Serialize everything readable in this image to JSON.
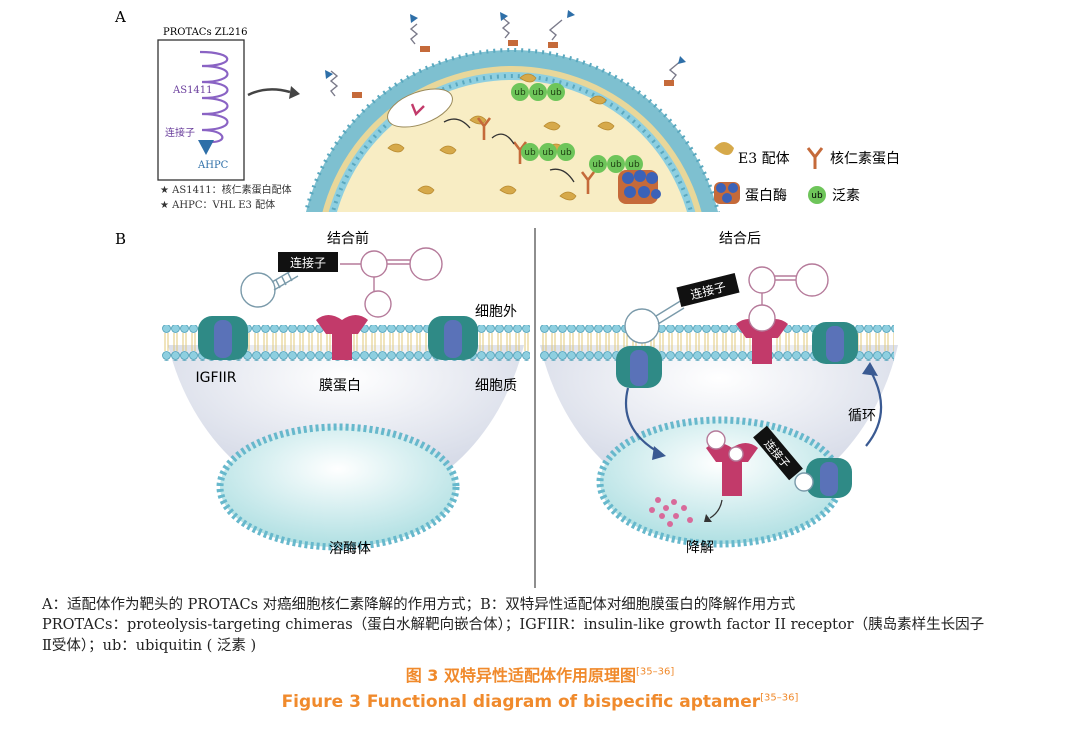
{
  "panel_a": {
    "label": "A",
    "box_title": "PROTACs ZL216",
    "aptamer": "AS1411",
    "linker": "连接子",
    "ligand": "AHPC",
    "note1": "★ AS1411：核仁素蛋白配体",
    "note2": "★ AHPC：VHL E3 配体",
    "ub": "ub",
    "legend": {
      "e3": "E3 配体",
      "nucleolin": "核仁素蛋白",
      "proteasome": "蛋白酶",
      "ubiquitin": "泛素"
    }
  },
  "panel_b": {
    "label": "B",
    "before": "结合前",
    "after": "结合后",
    "linker": "连接子",
    "extracellular": "细胞外",
    "cytoplasm": "细胞质",
    "igfiir": "IGFIIR",
    "membrane_protein": "膜蛋白",
    "lysosome": "溶酶体",
    "degradation": "降解",
    "recycle": "循环"
  },
  "caption": {
    "line1": "A：适配体作为靶头的 PROTACs 对癌细胞核仁素降解的作用方式；B：双特异性适配体对细胞膜蛋白的降解作用方式",
    "line2": "PROTACs：proteolysis-targeting chimeras（蛋白水解靶向嵌合体）；IGFIIR：insulin-like growth factor II receptor（胰岛素样生长因子",
    "line3": "Ⅱ受体）；ub：ubiquitin ( 泛素 )"
  },
  "title_cn": "图 3  双特异性适配体作用原理图",
  "title_en": "Figure 3  Functional diagram of bispecific aptamer",
  "ref": "[35–36]",
  "colors": {
    "accent": "#f08a2c",
    "membrane": "#7ec0d0",
    "cytoplasm": "#f8edc4",
    "lysosome": "#cfe9ea",
    "e3": "#d6a94a",
    "ubiquitin": "#6ec55a",
    "receptor": "#c23a6a",
    "igf": "#2f8a86"
  }
}
